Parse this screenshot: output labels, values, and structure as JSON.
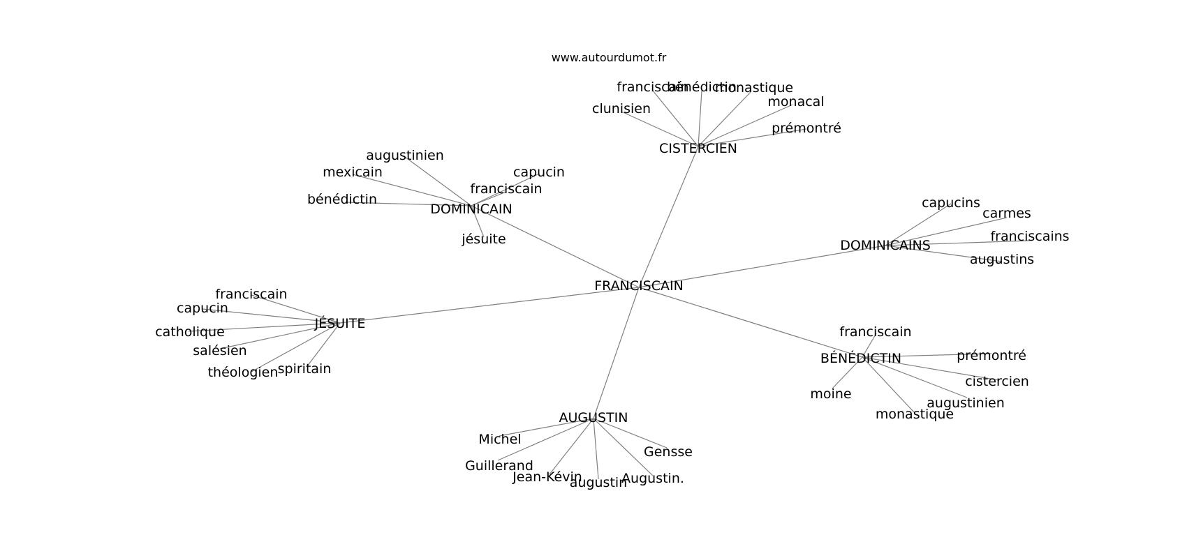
{
  "watermark": "www.autourdumot.fr",
  "colors": {
    "edge": "#808080",
    "text": "#000000",
    "background": "#ffffff"
  },
  "graph": {
    "center": {
      "id": "center",
      "label": "FRANCISCAIN"
    },
    "hubs": [
      {
        "id": "cistercien",
        "label": "CISTERCIEN",
        "leaves": [
          "clunisien",
          "franciscain",
          "bénédictin",
          "monastique",
          "monacal",
          "prémontré"
        ]
      },
      {
        "id": "dominicain",
        "label": "DOMINICAIN",
        "leaves": [
          "augustinien",
          "mexicain",
          "bénédictin",
          "capucin",
          "franciscain",
          "jésuite"
        ]
      },
      {
        "id": "dominicains",
        "label": "DOMINICAINS",
        "leaves": [
          "capucins",
          "carmes",
          "franciscains",
          "augustins"
        ]
      },
      {
        "id": "jesuite",
        "label": "JÉSUITE",
        "leaves": [
          "franciscain",
          "capucin",
          "catholique",
          "salésien",
          "théologien",
          "spiritain"
        ]
      },
      {
        "id": "benedictin",
        "label": "BÉNÉDICTIN",
        "leaves": [
          "franciscain",
          "prémontré",
          "cistercien",
          "augustinien",
          "monastique",
          "moine"
        ]
      },
      {
        "id": "augustin",
        "label": "AUGUSTIN",
        "leaves": [
          "Michel",
          "Guillerand",
          "Jean-Kévin",
          "augustin",
          "Augustin.",
          "Gensse"
        ]
      }
    ]
  }
}
